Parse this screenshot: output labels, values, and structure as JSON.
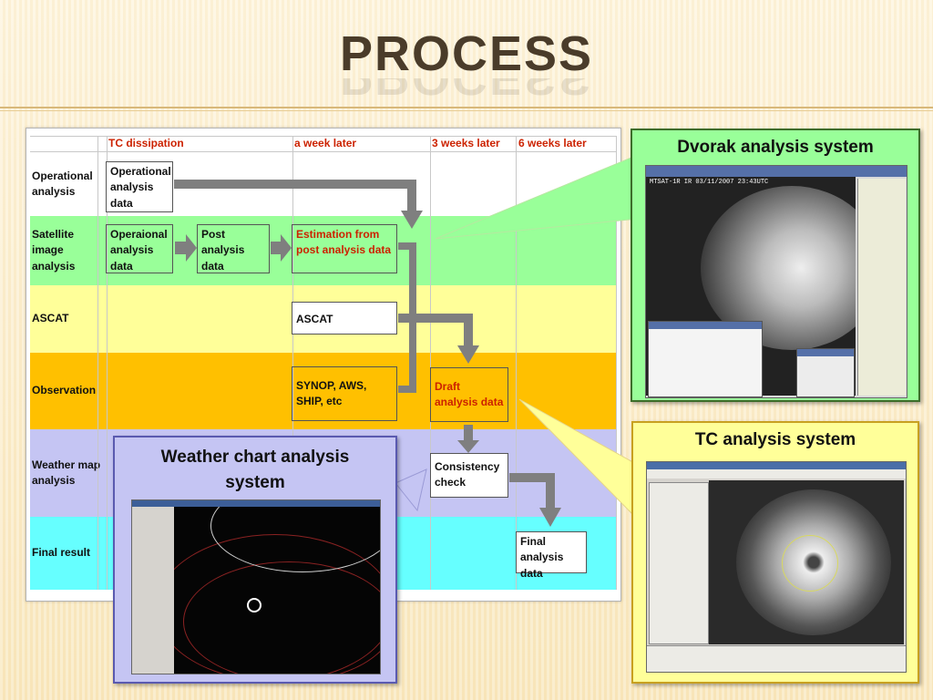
{
  "slide": {
    "title": "PROCESS"
  },
  "table": {
    "headers": [
      "TC dissipation",
      "a week later",
      "3 weeks later",
      "6 weeks later"
    ],
    "rows": [
      {
        "label": "Operational analysis"
      },
      {
        "label": "Satellite image analysis"
      },
      {
        "label": "ASCAT"
      },
      {
        "label": "Observation"
      },
      {
        "label": "Weather map analysis"
      },
      {
        "label": "Final result"
      }
    ],
    "row_colors": [
      "#ffffff",
      "#99ff99",
      "#ffff99",
      "#ffc000",
      "#c5c5f3",
      "#66ffff"
    ],
    "boxes": {
      "operational_analysis_data": "Operational analysis data",
      "operaional_analysis_data": "Operaional analysis data",
      "post_analysis_data": "Post analysis data",
      "estimation": "Estimation from post analysis data",
      "ascat": "ASCAT",
      "synop": "SYNOP, AWS, SHIP, etc",
      "draft": "Draft analysis data",
      "consistency": "Consistency check",
      "final": "Final analysis data"
    }
  },
  "callouts": {
    "dvorak": "Dvorak analysis system",
    "tc": "TC analysis system",
    "weather_chart": "Weather chart analysis system"
  },
  "screens": {
    "dvorak_caption": "MTSAT-1R IR 03/11/2007 23:43UTC"
  },
  "colors": {
    "title": "#4a3c2a",
    "header_red": "#cc2200",
    "arrow_gray": "#7f7f7f",
    "dvorak_panel": "#99ff99",
    "tc_panel": "#ffff99",
    "weather_panel": "#c5c5f3"
  }
}
